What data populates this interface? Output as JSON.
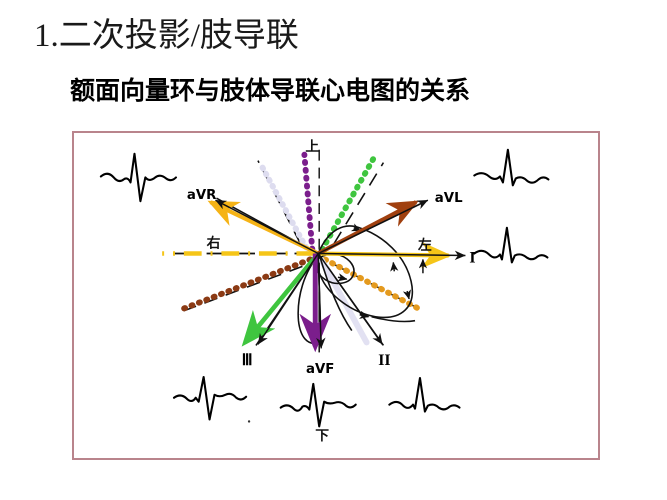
{
  "slide": {
    "title": "1.二次投影/肢导联",
    "subtitle": "额面向量环与肢体导联心电图的关系"
  },
  "figure": {
    "border_color": "#b9848c",
    "background": "#ffffff",
    "direction_labels": {
      "up": "上",
      "down": "下",
      "right": "右",
      "left": "左"
    },
    "lead_labels": {
      "avr": "aVR",
      "avl": "aVL",
      "lead_i": "I",
      "lead_ii": "II",
      "lead_iii": "Ⅲ",
      "avf": "aVF"
    },
    "vector_colors": {
      "avr_axis": "#F5B316",
      "lead_i_axis": "#F5C518",
      "avl_axis": "#A0400F",
      "lead_ii_axis": "#E49A1E",
      "lead_iii_axis": "#3FC53F",
      "avf_axis": "#7B1E8C",
      "perp_purple_dotted": "#7B1E8C",
      "perp_green_dotted": "#3FC53F",
      "perp_brown_dotted": "#8B3A14",
      "perp_lavender": "#DCDCF0",
      "perp_orange_dotted": "#E49A1E"
    },
    "ecg_traces": [
      {
        "name": "avr-ecg",
        "position": "top-left",
        "morphology": "negative-qrs"
      },
      {
        "name": "avl-ecg",
        "position": "top-right",
        "morphology": "positive-qrs"
      },
      {
        "name": "lead-i-ecg",
        "position": "middle-right",
        "morphology": "positive-qrs"
      },
      {
        "name": "lead-iii-ecg",
        "position": "bottom-left",
        "morphology": "rs-qrs"
      },
      {
        "name": "avf-ecg",
        "position": "bottom-center",
        "morphology": "rs-qrs"
      },
      {
        "name": "lead-ii-ecg",
        "position": "bottom-right",
        "morphology": "positive-qrs"
      }
    ]
  }
}
